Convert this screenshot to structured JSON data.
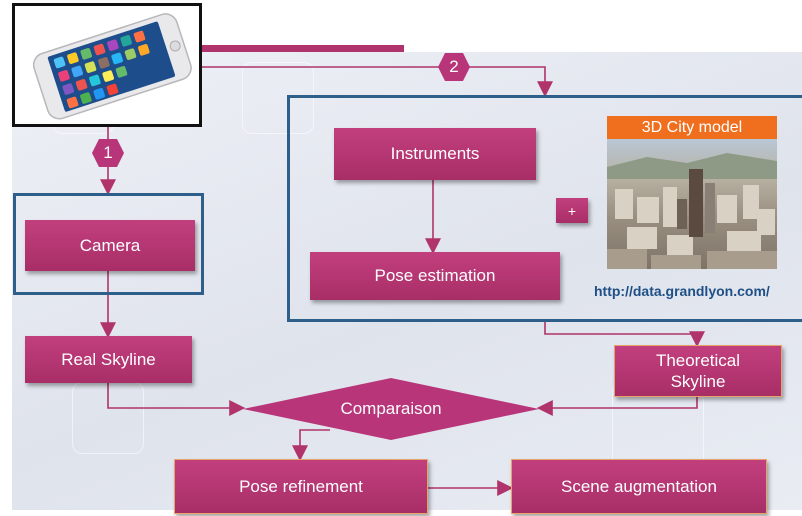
{
  "labels": {
    "camera": "Camera",
    "instruments": "Instruments",
    "pose_estimation": "Pose estimation",
    "real_skyline": "Real Skyline",
    "theoretical_skyline_line1": "Theoretical",
    "theoretical_skyline_line2": "Skyline",
    "comparaison": "Comparaison",
    "pose_refinement": "Pose refinement",
    "scene_augmentation": "Scene augmentation",
    "city_model": "3D City model",
    "plus": "+",
    "url": "http://data.grandlyon.com/"
  },
  "badges": {
    "step1": "1",
    "step2": "2"
  },
  "colors": {
    "box_fill": "#b8357a",
    "frame": "#2e5e8a",
    "arrow": "#b0336b",
    "accent_orange": "#f06f1e",
    "url_text": "#1e4f86"
  },
  "icons": {
    "phone": "smartphone-image",
    "city": "city-3d-model-image"
  }
}
